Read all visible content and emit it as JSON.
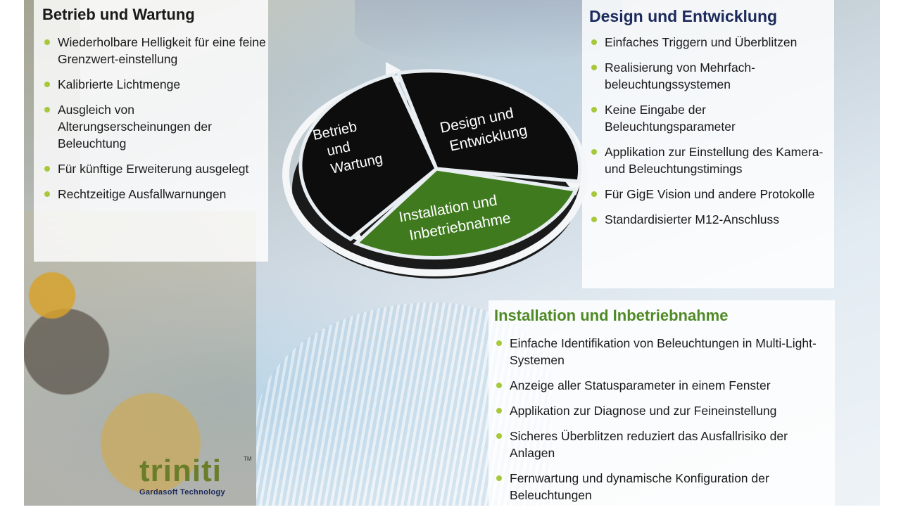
{
  "betrieb": {
    "title": "Betrieb und Wartung",
    "items": [
      "Wiederholbare Helligkeit für eine feine Grenzwert-einstellung",
      "Kalibrierte Lichtmenge",
      "Ausgleich von Alterungserscheinungen der Beleuchtung",
      "Für künftige Erweiterung ausgelegt",
      "Rechtzeitige Ausfallwarnungen"
    ]
  },
  "design": {
    "title": "Design und Entwicklung",
    "items": [
      "Einfaches Triggern und Überblitzen",
      "Realisierung von Mehrfach-beleuchtungssystemen",
      "Keine Eingabe der Beleuchtungsparameter",
      "Applikation zur Einstellung des Kamera- und Beleuchtungstimings",
      "Für GigE Vision und andere Protokolle",
      "Standardisierter M12-Anschluss"
    ]
  },
  "install": {
    "title": "Installation und Inbetriebnahme",
    "items": [
      "Einfache Identifikation von Beleuchtungen in Multi-Light-Systemen",
      "Anzeige aller Statusparameter in einem Fenster",
      "Applikation zur Diagnose und zur Feineinstellung",
      "Sicheres Überblitzen reduziert das Ausfallrisiko der Anlagen",
      "Fernwartung und dynamische Konfiguration der Beleuchtungen"
    ]
  },
  "cycle": {
    "betrieb": [
      "Betrieb",
      "und",
      "Wartung"
    ],
    "design": [
      "Design und",
      "Entwicklung"
    ],
    "install": [
      "Installation und",
      "Inbetriebnahme"
    ]
  },
  "logo": {
    "name": "triniti",
    "tm": "TM",
    "subtitle": "Gardasoft Technology"
  },
  "colors": {
    "bullet": "#a6c83a",
    "design_title": "#1c2a5c",
    "install_title": "#4f8a24",
    "segment_dark": "#0d0d0d",
    "segment_green": "#3f7a1e"
  }
}
